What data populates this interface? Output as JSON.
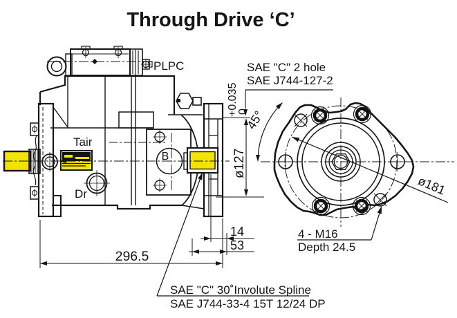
{
  "title": "Through Drive ‘C’",
  "colors": {
    "highlight": "#f2e205",
    "line": "#151515"
  },
  "side_view": {
    "labels": {
      "plpc": "PLPC",
      "tair": "Tair",
      "dr": "Dr",
      "port_b": "B"
    }
  },
  "dimensions": {
    "tolerance_plus": "+0.035",
    "tolerance_zero": "0",
    "pilot_diameter": "ø127",
    "flange_thickness": "14",
    "coupling_depth": "53",
    "overall_length": "296.5"
  },
  "face_view": {
    "label_line1": "SAE \"C\" 2 hole",
    "label_line2": "SAE J744-127-2",
    "angle": "45°",
    "bolt_circle_diameter": "ø181",
    "holes_line1": "4 - M16",
    "holes_line2": "Depth 24.5"
  },
  "spline_note": {
    "line1": "SAE \"C\" 30˚Involute Spline",
    "line2": "SAE J744-33-4 15T 12/24 DP"
  }
}
